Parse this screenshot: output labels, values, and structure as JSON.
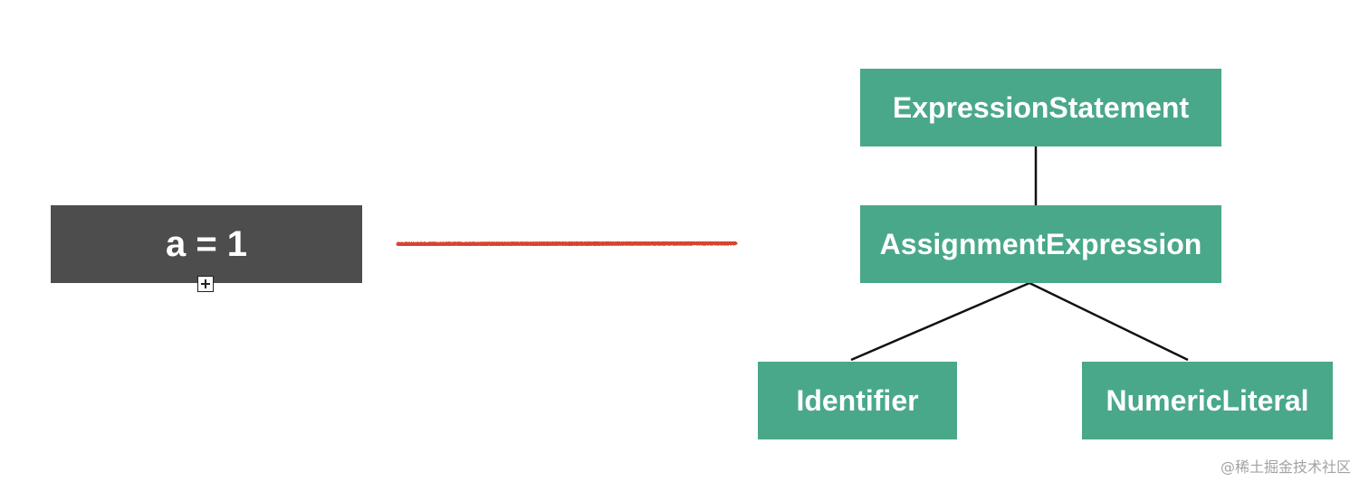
{
  "source_code": {
    "text": "a = 1",
    "expand_icon": "plus-square-icon",
    "background_color": "#4d4d4d"
  },
  "arrow": {
    "style": "hand-drawn red line",
    "color": "#d9432e"
  },
  "ast_tree": {
    "node_color": "#4aa88a",
    "edge_color": "#111111",
    "root": {
      "label": "ExpressionStatement",
      "child": {
        "label": "AssignmentExpression",
        "left": {
          "label": "Identifier"
        },
        "right": {
          "label": "NumericLiteral"
        }
      }
    }
  },
  "watermark": {
    "text": "@稀土掘金技术社区"
  }
}
